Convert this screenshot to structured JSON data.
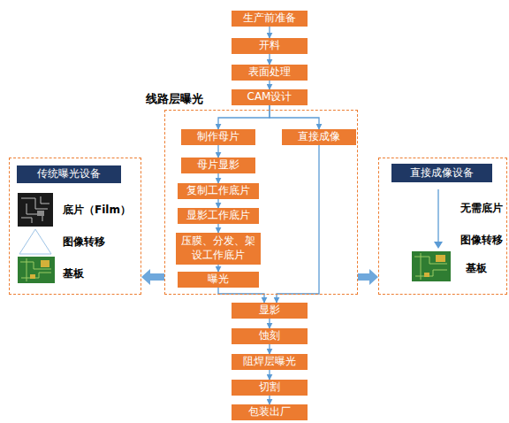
{
  "diagram": {
    "nodes": [
      {
        "text": [
          "生产前准备"
        ]
      },
      {
        "text": [
          "开料"
        ]
      },
      {
        "text": [
          "表面处理"
        ]
      },
      {
        "text": [
          "CAM设计"
        ]
      },
      {
        "text": [
          "线路层曝光"
        ]
      },
      {
        "text": [
          "制作母片"
        ],
        "in": 4
      },
      {
        "text": [
          "母片显影"
        ],
        "in": 4
      },
      {
        "text": [
          "复制工作底片"
        ],
        "in": 4
      },
      {
        "text": [
          "显影工作底片"
        ],
        "in": 4
      },
      {
        "text": [
          "压膜、分发、架设工作底片"
        ],
        "in": 4
      },
      {
        "text": [
          "曝光"
        ],
        "in": 4
      },
      {
        "text": [
          "直接成像"
        ],
        "in": 4
      },
      {
        "text": [
          "底片（Film）",
          "图像转移",
          "基板"
        ]
      },
      {
        "text": [
          "传统曝光设备"
        ],
        "in": 12
      },
      {
        "text": [
          "无需底片",
          "图像转移",
          "基板"
        ]
      },
      {
        "text": [
          "直接成像设备"
        ],
        "in": 14
      },
      {
        "text": [
          "显影"
        ]
      },
      {
        "text": [
          "蚀刻"
        ]
      },
      {
        "text": [
          "阻焊层曝光"
        ]
      },
      {
        "text": [
          "切割"
        ]
      },
      {
        "text": [
          "包装出厂"
        ]
      }
    ],
    "edges": [
      {
        "from": 0,
        "to": 1,
        "arrow": "to"
      },
      {
        "from": 1,
        "to": 2,
        "arrow": "to"
      },
      {
        "from": 2,
        "to": 3,
        "arrow": "to"
      },
      {
        "from": 3,
        "to": 5,
        "arrow": "to"
      },
      {
        "from": 3,
        "to": 11,
        "arrow": "to"
      },
      {
        "from": 5,
        "to": 6,
        "arrow": "to"
      },
      {
        "from": 6,
        "to": 7,
        "arrow": "to"
      },
      {
        "from": 7,
        "to": 8,
        "arrow": "to"
      },
      {
        "from": 8,
        "to": 9,
        "arrow": "to"
      },
      {
        "from": 9,
        "to": 10,
        "arrow": "to"
      },
      {
        "from": 10,
        "to": 16,
        "arrow": "to"
      },
      {
        "from": 11,
        "to": 16,
        "arrow": "to"
      },
      {
        "from": 16,
        "to": 17,
        "arrow": "to"
      },
      {
        "from": 17,
        "to": 18,
        "arrow": "to"
      },
      {
        "from": 18,
        "to": 19,
        "arrow": "to"
      },
      {
        "from": 19,
        "to": 20,
        "arrow": "to"
      },
      {
        "from": 4,
        "to": 12,
        "arrow": "to"
      },
      {
        "from": 4,
        "to": 14,
        "arrow": "to"
      }
    ]
  }
}
